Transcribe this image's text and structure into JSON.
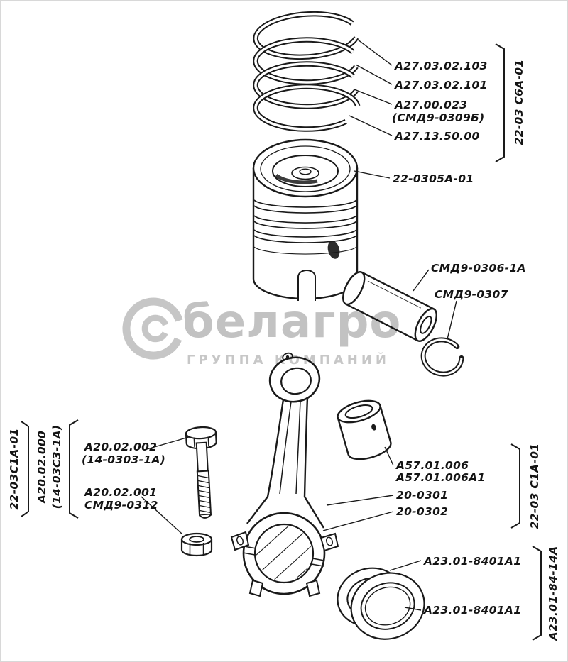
{
  "watermark": {
    "brand": "белагро",
    "subtitle": "ГРУППА КОМПАНИЙ"
  },
  "parts": {
    "compression_ring_1": "А27.03.02.103",
    "compression_ring_2": "А27.03.02.101",
    "oil_ring": "А27.00.023",
    "oil_ring_alt": "(СМД9-0309Б)",
    "ring_expander": "А27.13.50.00",
    "rings_assembly": "22-03 С6А-01",
    "piston": "22-0305А-01",
    "piston_pin": "СМД9-0306-1А",
    "circlip": "СМД9-0307",
    "rod_assembly_left": "22-03С1А-01",
    "rod_assembly_left_alt": "А20.02.000",
    "rod_assembly_left_alt2": "(14-03С3-1А)",
    "rod_bolt": "А20.02.002",
    "rod_bolt_alt": "(14-0303-1А)",
    "rod_nut": "А20.02.001",
    "rod_nut_alt": "СМД9-0312",
    "small_end_bushing": "А57.01.006",
    "small_end_bushing_alt": "А57.01.006А1",
    "connecting_rod": "20-0301",
    "connecting_rod_alt": "20-0302",
    "rod_assembly_right": "22-03 С1А-01",
    "bearing_shell_upper": "А23.01-8401А1",
    "bearing_shell_lower": "А23.01-8401А1",
    "bearing_shells_set": "А23.01-84-14А"
  }
}
